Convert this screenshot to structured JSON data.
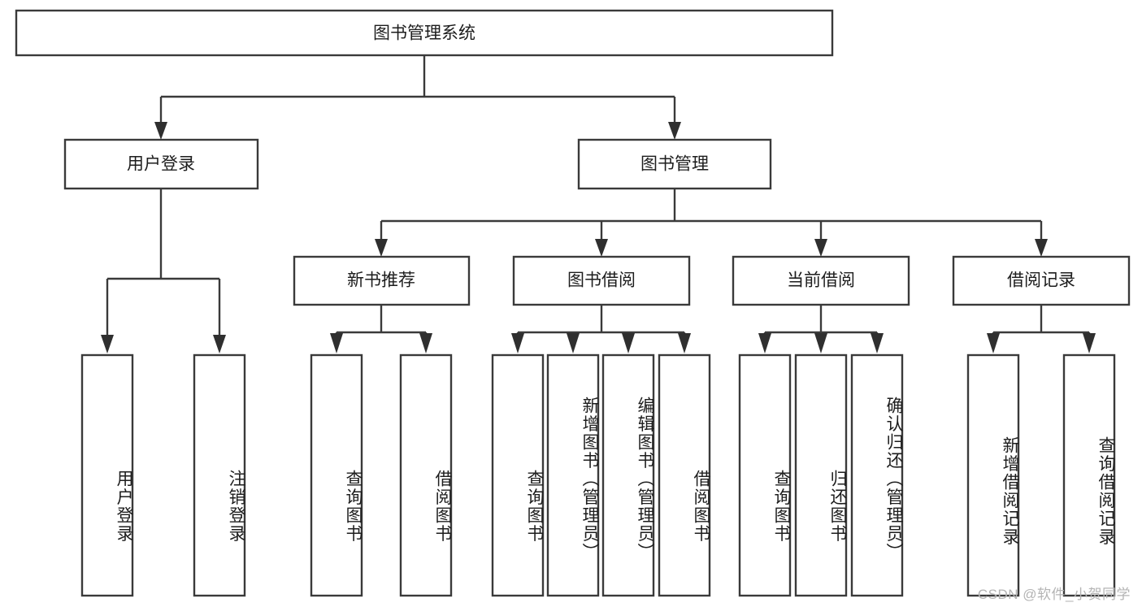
{
  "diagram": {
    "title": "图书管理系统",
    "type": "tree-hierarchy-chart",
    "root": {
      "label": "图书管理系统"
    },
    "level2": [
      {
        "label": "用户登录"
      },
      {
        "label": "图书管理"
      }
    ],
    "level3": [
      {
        "label": "新书推荐"
      },
      {
        "label": "图书借阅"
      },
      {
        "label": "当前借阅"
      },
      {
        "label": "借阅记录"
      }
    ],
    "leaves": [
      {
        "label": "用户登录",
        "parent": "用户登录"
      },
      {
        "label": "注销登录",
        "parent": "用户登录"
      },
      {
        "label": "查询图书",
        "parent": "新书推荐"
      },
      {
        "label": "借阅图书",
        "parent": "新书推荐"
      },
      {
        "label": "查询图书",
        "parent": "图书借阅"
      },
      {
        "label": "新增图书（管理员）",
        "parent": "图书借阅"
      },
      {
        "label": "编辑图书（管理员）",
        "parent": "图书借阅"
      },
      {
        "label": "借阅图书",
        "parent": "图书借阅"
      },
      {
        "label": "查询图书",
        "parent": "当前借阅"
      },
      {
        "label": "归还图书",
        "parent": "当前借阅"
      },
      {
        "label": "确认归还（管理员）",
        "parent": "当前借阅"
      },
      {
        "label": "新增借阅记录",
        "parent": "借阅记录"
      },
      {
        "label": "查询借阅记录",
        "parent": "借阅记录"
      }
    ],
    "colors": {
      "box_stroke": "#3a3a3a",
      "box_fill": "#ffffff",
      "connector": "#3a3a3a",
      "text": "#1d1d1d",
      "background": "#ffffff",
      "watermark": "#b4b4b4"
    }
  },
  "watermark": {
    "text": "CSDN @软件_小贺同学"
  }
}
